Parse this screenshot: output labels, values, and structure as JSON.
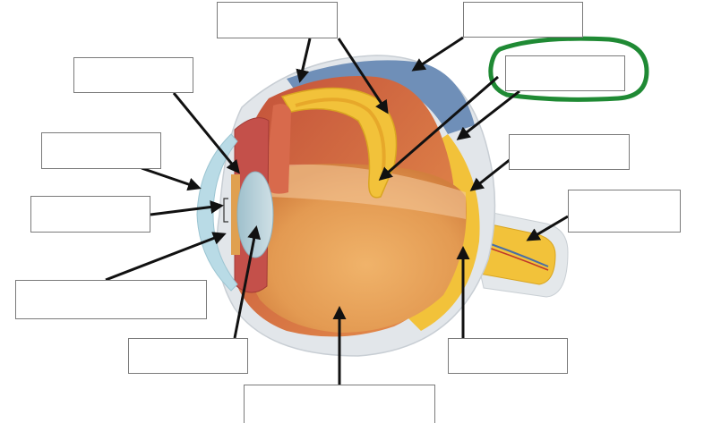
{
  "diagram": {
    "labels": [
      {
        "id": "label-box-top-center",
        "text": ""
      },
      {
        "id": "label-box-top-right",
        "text": ""
      },
      {
        "id": "label-box-upper-left",
        "text": ""
      },
      {
        "id": "label-box-highlighted",
        "text": ""
      },
      {
        "id": "label-box-left-1",
        "text": ""
      },
      {
        "id": "label-box-right-1",
        "text": ""
      },
      {
        "id": "label-box-left-2",
        "text": ""
      },
      {
        "id": "label-box-optic-nerve",
        "text": ""
      },
      {
        "id": "label-box-left-3",
        "text": ""
      },
      {
        "id": "label-box-bottom-left",
        "text": ""
      },
      {
        "id": "label-box-bottom-right",
        "text": ""
      },
      {
        "id": "label-box-bottom-center",
        "text": ""
      }
    ],
    "colors": {
      "sclera": "#e2e6ea",
      "choroid_blue": "#6f8fb8",
      "retina_yellow": "#f2c23a",
      "vitreous": "#e8a45c",
      "ciliary_red": "#c4504a",
      "cornea": "#b9dbe6",
      "lens": "#a9c4cf",
      "highlight_circle": "#1f8a34",
      "arrow": "#111111"
    }
  }
}
